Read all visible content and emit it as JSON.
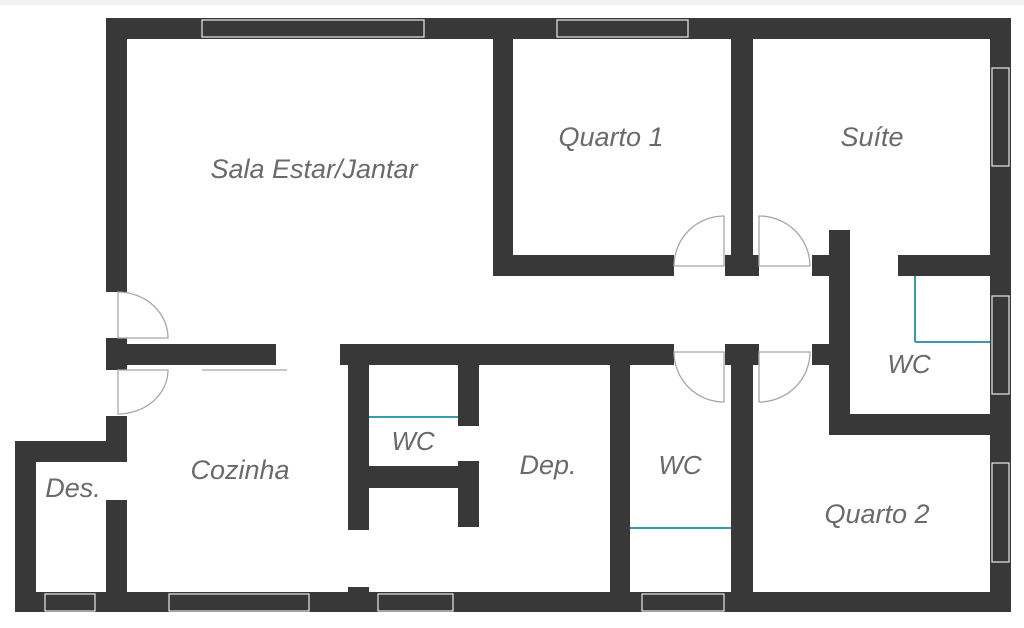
{
  "plan": {
    "rooms": {
      "sala": "Sala Estar/Jantar",
      "quarto1": "Quarto 1",
      "suite": "Suíte",
      "wc_suite": "WC",
      "wc_service": "WC",
      "cozinha": "Cozinha",
      "despensa": "Des.",
      "deposito": "Dep.",
      "wc_social": "WC",
      "quarto2": "Quarto 2"
    },
    "colors": {
      "wall": "#383838",
      "label": "#6a6a6a",
      "door": "#a8a8a8",
      "partition": "#3a9aa6"
    }
  }
}
